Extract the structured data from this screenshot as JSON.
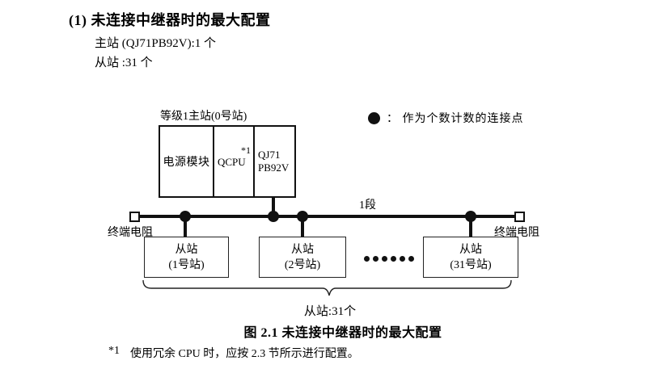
{
  "colors": {
    "ink": "#111111",
    "background": "#ffffff"
  },
  "header": {
    "heading": "(1) 未连接中继器时的最大配置",
    "master_count_line": "主站 (QJ71PB92V):1 个",
    "slave_count_line": "从站 :31 个"
  },
  "diagram": {
    "master_label": "等级1主站(0号站)",
    "master_modules": {
      "power": "电源模块",
      "cpu": "QCPU",
      "cpu_footnote_ref": "*1",
      "interface_line1": "QJ71",
      "interface_line2": "PB92V"
    },
    "legend": {
      "dot_icon": "filled-circle",
      "label": "： 作为个数计数的连接点"
    },
    "segment_label": "1段",
    "terminator_left_label": "终端电阻",
    "terminator_right_label": "终端电阻",
    "slaves": [
      {
        "line1": "从站",
        "line2": "(1号站)"
      },
      {
        "line1": "从站",
        "line2": "(2号站)"
      },
      {
        "line1": "从站",
        "line2": "(31号站)"
      }
    ],
    "slave_count_label": "从站:31个"
  },
  "caption": "图 2.1 未连接中继器时的最大配置",
  "footnote": {
    "marker": "*1",
    "text": "使用冗余 CPU 时，应按 2.3 节所示进行配置。"
  }
}
